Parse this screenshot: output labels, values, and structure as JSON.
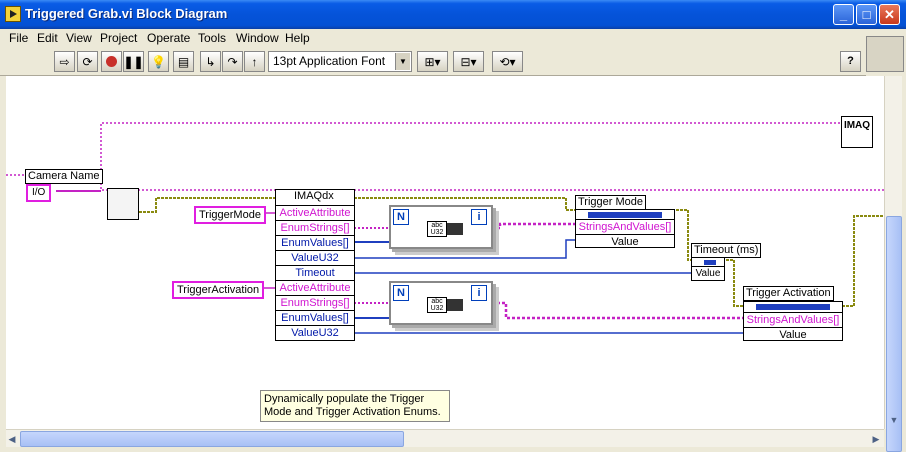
{
  "window": {
    "title": "Triggered Grab.vi Block Diagram",
    "minimize": "_",
    "maximize": "□",
    "close": "✕"
  },
  "menu": [
    "File",
    "Edit",
    "View",
    "Project",
    "Operate",
    "Tools",
    "Window",
    "Help"
  ],
  "toolbar": {
    "font": "13pt Application Font",
    "help": "?"
  },
  "diagram": {
    "camera_label": "Camera Name",
    "camera_terminal": "I/O",
    "trigger_mode_const": "TriggerMode",
    "trigger_activation_const": "TriggerActivation",
    "imaqdx_node": {
      "title": "IMAQdx",
      "rows": [
        "ActiveAttribute",
        "EnumStrings[]",
        "EnumValues[]",
        "ValueU32",
        "Timeout",
        "ActiveAttribute",
        "EnumStrings[]",
        "EnumValues[]",
        "ValueU32"
      ]
    },
    "loop_n": "N",
    "loop_i": "i",
    "trigger_mode_node": {
      "title": "Trigger Mode",
      "rows": [
        "StringsAndValues[]",
        "Value"
      ]
    },
    "timeout_node": {
      "title": "Timeout (ms)",
      "rows": [
        "Value"
      ]
    },
    "trigger_activation_node": {
      "title": "Trigger Activation",
      "rows": [
        "StringsAndValues[]",
        "Value"
      ]
    },
    "imaq_icon": "IMAQ",
    "comment": "Dynamically populate the Trigger Mode and Trigger Activation Enums.",
    "mini_type": "U32",
    "mini_abc": "abc"
  }
}
